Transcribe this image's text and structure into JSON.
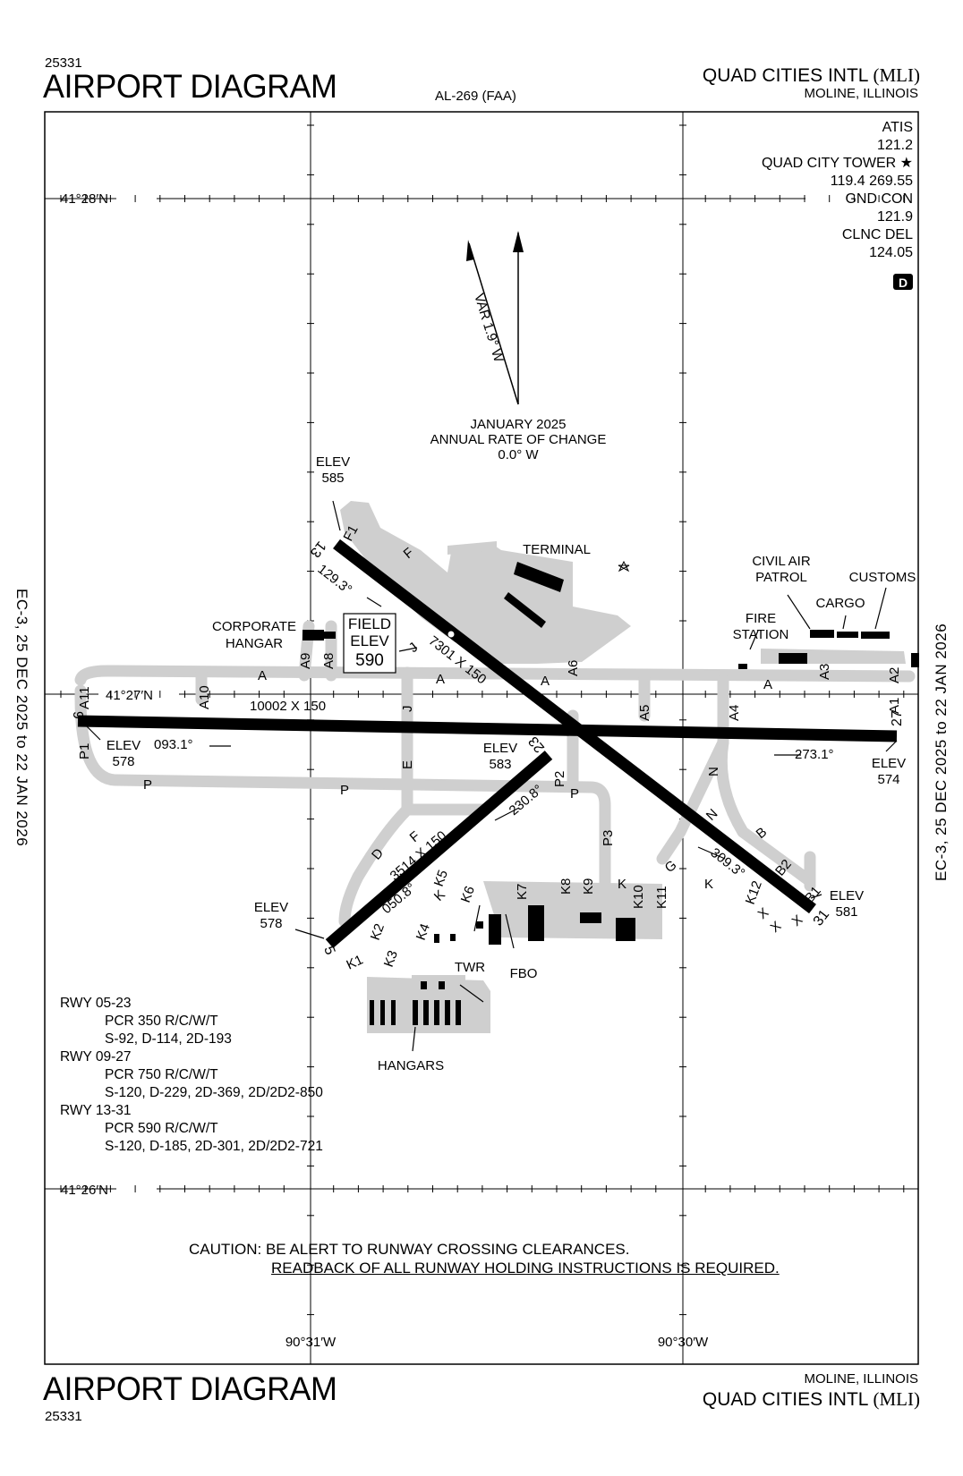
{
  "header": {
    "doc_number": "25331",
    "title": "AIRPORT DIAGRAM",
    "procedure_id": "AL-269 (FAA)",
    "airport_name": "QUAD CITIES INTL",
    "airport_code": "(MLI)",
    "city_state": "MOLINE, ILLINOIS"
  },
  "footer": {
    "doc_number": "25331",
    "title": "AIRPORT DIAGRAM",
    "airport_name": "QUAD CITIES INTL",
    "airport_code": "(MLI)",
    "city_state": "MOLINE, ILLINOIS"
  },
  "effective_dates": "EC-3,  25 DEC 2025  to  22 JAN 2026",
  "frequencies": [
    {
      "name": "ATIS",
      "value": "121.2"
    },
    {
      "name": "QUAD CITY TOWER ★",
      "value": "119.4  269.55"
    },
    {
      "name": "GND CON",
      "value": "121.9"
    },
    {
      "name": "CLNC DEL",
      "value": "124.05"
    }
  ],
  "airspace_class": "D",
  "coordinates": {
    "lat_top": "41°28′N",
    "lat_mid": "41°27′N",
    "lat_bottom": "41°26′N",
    "lon_left": "90°31′W",
    "lon_right": "90°30′W"
  },
  "magnetic": {
    "variation": "VAR 1.9° W",
    "date": "JANUARY 2025",
    "rate_label": "ANNUAL RATE OF CHANGE",
    "rate": "0.0° W"
  },
  "runways": {
    "rwy_09_27": {
      "ends": [
        "9",
        "27"
      ],
      "dimensions": "10002 X 150",
      "heading_09": "093.1°",
      "heading_27": "273.1°",
      "elev_09": "578",
      "elev_27": "574"
    },
    "rwy_13_31": {
      "ends": [
        "13",
        "31"
      ],
      "dimensions": "7301 X 150",
      "heading_13": "129.3°",
      "heading_31": "309.3°",
      "elev_13": "585",
      "elev_31": "581"
    },
    "rwy_05_23": {
      "ends": [
        "5",
        "23"
      ],
      "dimensions": "3514 X 150",
      "heading_05": "050.8°",
      "heading_23": "230.8°",
      "elev_05": "578",
      "elev_23": "583"
    }
  },
  "elev_label": "ELEV",
  "field_elev": {
    "line1": "FIELD",
    "line2": "ELEV",
    "value": "590"
  },
  "taxiways": [
    "A",
    "A",
    "A",
    "A",
    "A11",
    "A10",
    "A9",
    "A8",
    "A6",
    "A5",
    "A4",
    "A3",
    "A2",
    "A1",
    "J",
    "J",
    "E",
    "P",
    "P",
    "P",
    "P1",
    "P2",
    "P3",
    "F",
    "F1",
    "F",
    "D",
    "K",
    "K",
    "K",
    "K1",
    "K2",
    "K3",
    "K4",
    "K5",
    "K6",
    "K7",
    "K8",
    "K9",
    "K10",
    "K11",
    "K12",
    "G",
    "N",
    "N",
    "B",
    "B1",
    "B2",
    "X",
    "X",
    "X"
  ],
  "labels": {
    "terminal": "TERMINAL",
    "corporate_hangar_1": "CORPORATE",
    "corporate_hangar_2": "HANGAR",
    "civil_air_patrol_1": "CIVIL AIR",
    "civil_air_patrol_2": "PATROL",
    "customs": "CUSTOMS",
    "cargo": "CARGO",
    "fire_station_1": "FIRE",
    "fire_station_2": "STATION",
    "twr": "TWR",
    "fbo": "FBO",
    "hangars": "HANGARS"
  },
  "runway_info": [
    {
      "label": "RWY  05-23",
      "lines": [
        "PCR 350 R/C/W/T",
        "S-92, D-114, 2D-193"
      ]
    },
    {
      "label": "RWY  09-27",
      "lines": [
        "PCR 750 R/C/W/T",
        "S-120, D-229, 2D-369, 2D/2D2-850"
      ]
    },
    {
      "label": "RWY  13-31",
      "lines": [
        "PCR 590 R/C/W/T",
        "S-120, D-185, 2D-301, 2D/2D2-721"
      ]
    }
  ],
  "caution": {
    "line1": "CAUTION: BE ALERT TO RUNWAY CROSSING CLEARANCES.",
    "line2": "READBACK OF ALL RUNWAY HOLDING INSTRUCTIONS IS REQUIRED."
  }
}
